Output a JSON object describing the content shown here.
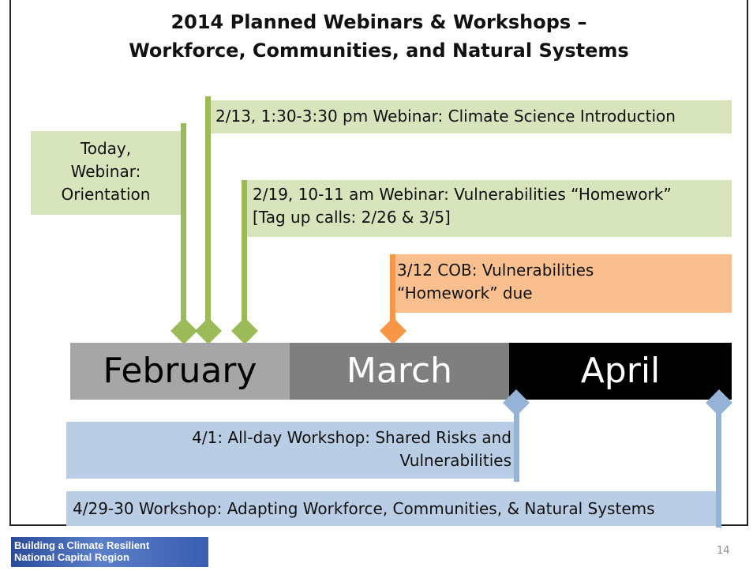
{
  "title": {
    "line1": "2014 Planned Webinars & Workshops –",
    "line2": "Workforce, Communities, and Natural Systems"
  },
  "months": [
    "February",
    "March",
    "April"
  ],
  "colors": {
    "green_fill": "#d7e4bc",
    "green_marker": "#9bbb59",
    "orange_fill": "#f9bf8f",
    "orange_marker": "#f79646",
    "blue_fill": "#b9cde5",
    "blue_marker": "#95b3d7",
    "feb_bg": "#a6a6a6",
    "mar_bg": "#7f7f7f",
    "apr_bg": "#000000"
  },
  "events": {
    "today": {
      "line1": "Today,",
      "line2": "Webinar:",
      "line3": "Orientation"
    },
    "feb13": {
      "line1": "2/13, 1:30-3:30 pm Webinar:  Climate Science Introduction"
    },
    "feb19": {
      "line1": "2/19, 10-11 am Webinar:  Vulnerabilities “Homework”",
      "line2": "[Tag up calls: 2/26 & 3/5]"
    },
    "mar12": {
      "line1": "3/12 COB:  Vulnerabilities",
      "line2": "“Homework” due"
    },
    "apr1": {
      "line1": "4/1: All-day Workshop: Shared Risks and",
      "line2": "Vulnerabilities"
    },
    "apr29": {
      "line1": "4/29-30 Workshop: Adapting Workforce, Communities, & Natural Systems"
    }
  },
  "footer": {
    "logo_line1": "Building a Climate Resilient",
    "logo_line2": "National Capital Region",
    "page_number": "14"
  }
}
